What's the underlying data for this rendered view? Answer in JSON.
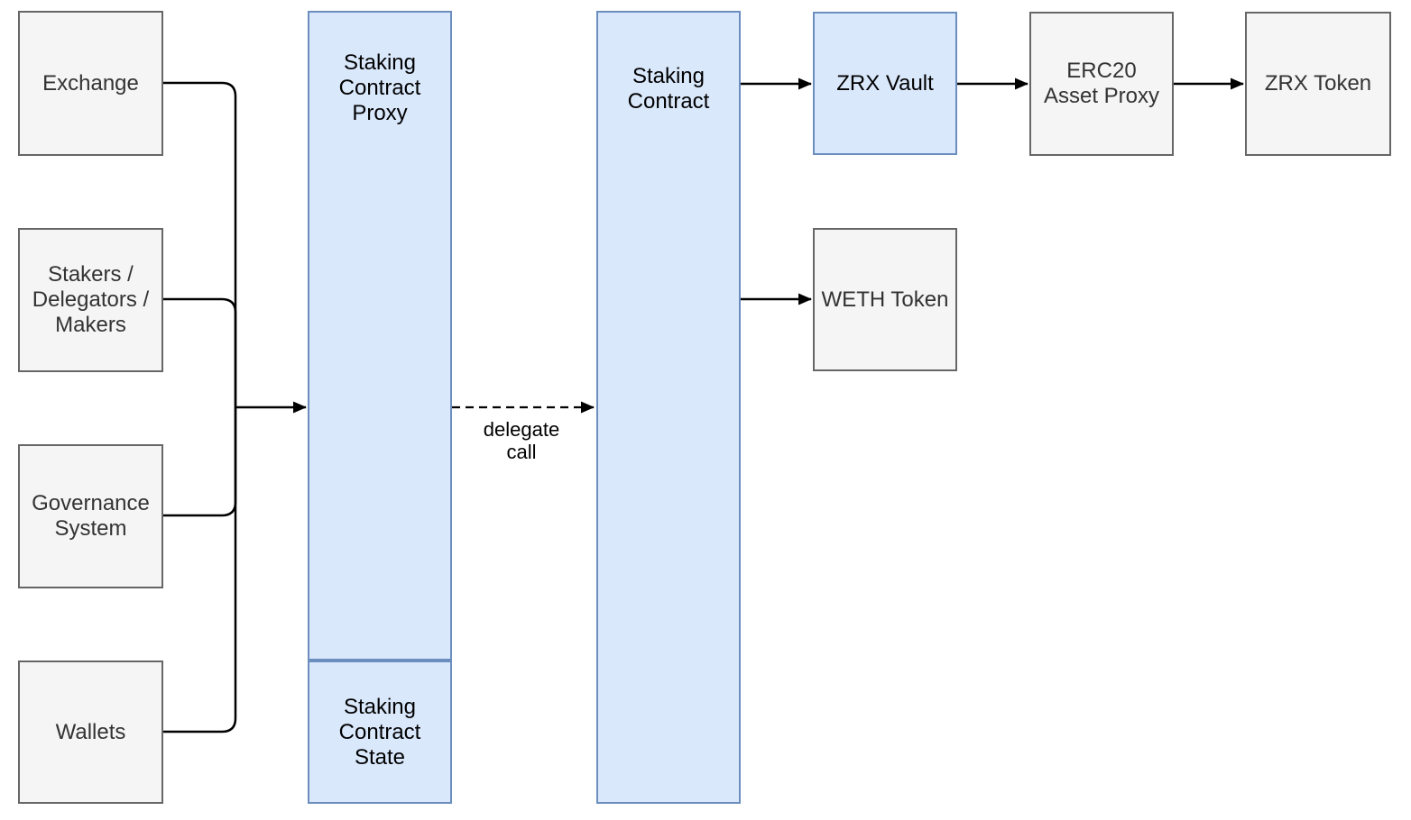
{
  "diagram": {
    "nodes": {
      "exchange": {
        "label": "Exchange",
        "style": "gray"
      },
      "stakers": {
        "label": "Stakers /\nDelegators /\nMakers",
        "style": "gray"
      },
      "governance": {
        "label": "Governance\nSystem",
        "style": "gray"
      },
      "wallets": {
        "label": "Wallets",
        "style": "gray"
      },
      "staking_contract_proxy": {
        "label": "Staking\nContract\nProxy",
        "style": "blue"
      },
      "staking_contract_state": {
        "label": "Staking\nContract\nState",
        "style": "blue"
      },
      "staking_contract": {
        "label": "Staking\nContract",
        "style": "blue"
      },
      "zrx_vault": {
        "label": "ZRX Vault",
        "style": "blue"
      },
      "weth_token": {
        "label": "WETH Token",
        "style": "gray"
      },
      "erc20_asset_proxy": {
        "label": "ERC20\nAsset Proxy",
        "style": "gray"
      },
      "zrx_token": {
        "label": "ZRX Token",
        "style": "gray"
      }
    },
    "edges": {
      "delegate_call_label": "delegate\ncall",
      "connections": [
        {
          "from": "exchange",
          "to": "staking_contract_proxy",
          "style": "solid-merged"
        },
        {
          "from": "stakers",
          "to": "staking_contract_proxy",
          "style": "solid-merged"
        },
        {
          "from": "governance",
          "to": "staking_contract_proxy",
          "style": "solid-merged"
        },
        {
          "from": "wallets",
          "to": "staking_contract_proxy",
          "style": "solid-merged"
        },
        {
          "from": "staking_contract_proxy",
          "to": "staking_contract",
          "style": "dashed",
          "label": "delegate call"
        },
        {
          "from": "staking_contract",
          "to": "zrx_vault",
          "style": "solid"
        },
        {
          "from": "staking_contract",
          "to": "weth_token",
          "style": "solid"
        },
        {
          "from": "zrx_vault",
          "to": "erc20_asset_proxy",
          "style": "solid"
        },
        {
          "from": "erc20_asset_proxy",
          "to": "zrx_token",
          "style": "solid"
        }
      ]
    },
    "colors": {
      "blue_fill": "#dae8fc",
      "blue_border": "#6c8ebf",
      "gray_fill": "#f5f5f5",
      "gray_border": "#666666",
      "gray_text": "#333333",
      "blue_text": "#000000",
      "edge_stroke": "#000000",
      "canvas_bg": "#ffffff"
    }
  }
}
